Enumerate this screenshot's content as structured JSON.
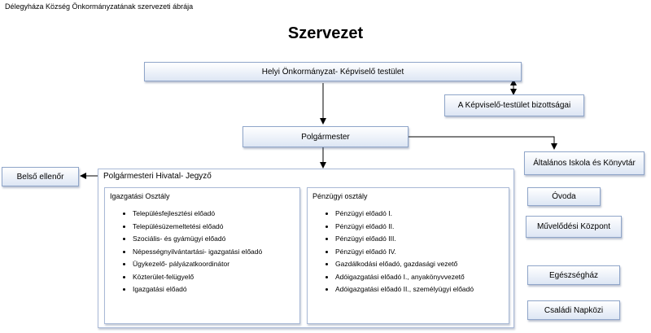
{
  "caption": "Délegyháza Község Önkormányzatának szervezeti ábrája",
  "title": "Szervezet",
  "nodes": {
    "council": "Helyi Önkormányzat- Képviselő testület",
    "committees": "A Képviselő-testület bizottságai",
    "mayor": "Polgármester",
    "internal_auditor": "Belső ellenőr",
    "office": "Polgármesteri Hivatal- Jegyző",
    "school": "Általános Iskola és Könyvtár",
    "kindergarten": "Óvoda",
    "culture_center": "Művelődési Központ",
    "health_house": "Egészségház",
    "day_care": "Családi Napközi"
  },
  "departments": {
    "admin": {
      "title": "Igazgatási Osztály",
      "items": [
        "Településfejlesztési előadó",
        "Településüzemeltetési előadó",
        "Szociális- és gyámügyi előadó",
        "Népességnyilvántartási- igazgatási előadó",
        "Ügykezelő- pályázatkoordinátor",
        "Közterület-felügyelő",
        "Igazgatási előadó"
      ]
    },
    "finance": {
      "title": "Pénzügyi osztály",
      "items": [
        "Pénzügyi előadó I.",
        "Pénzügyi előadó II.",
        "Pénzügyi előadó III.",
        "Pénzügyi előadó IV.",
        "Gazdálkodási előadó, gazdasági vezető",
        "Adóigazgatási előadó I., anyakönyvvezető",
        "Adóigazgatási előadó II., személyügyi előadó"
      ]
    }
  }
}
